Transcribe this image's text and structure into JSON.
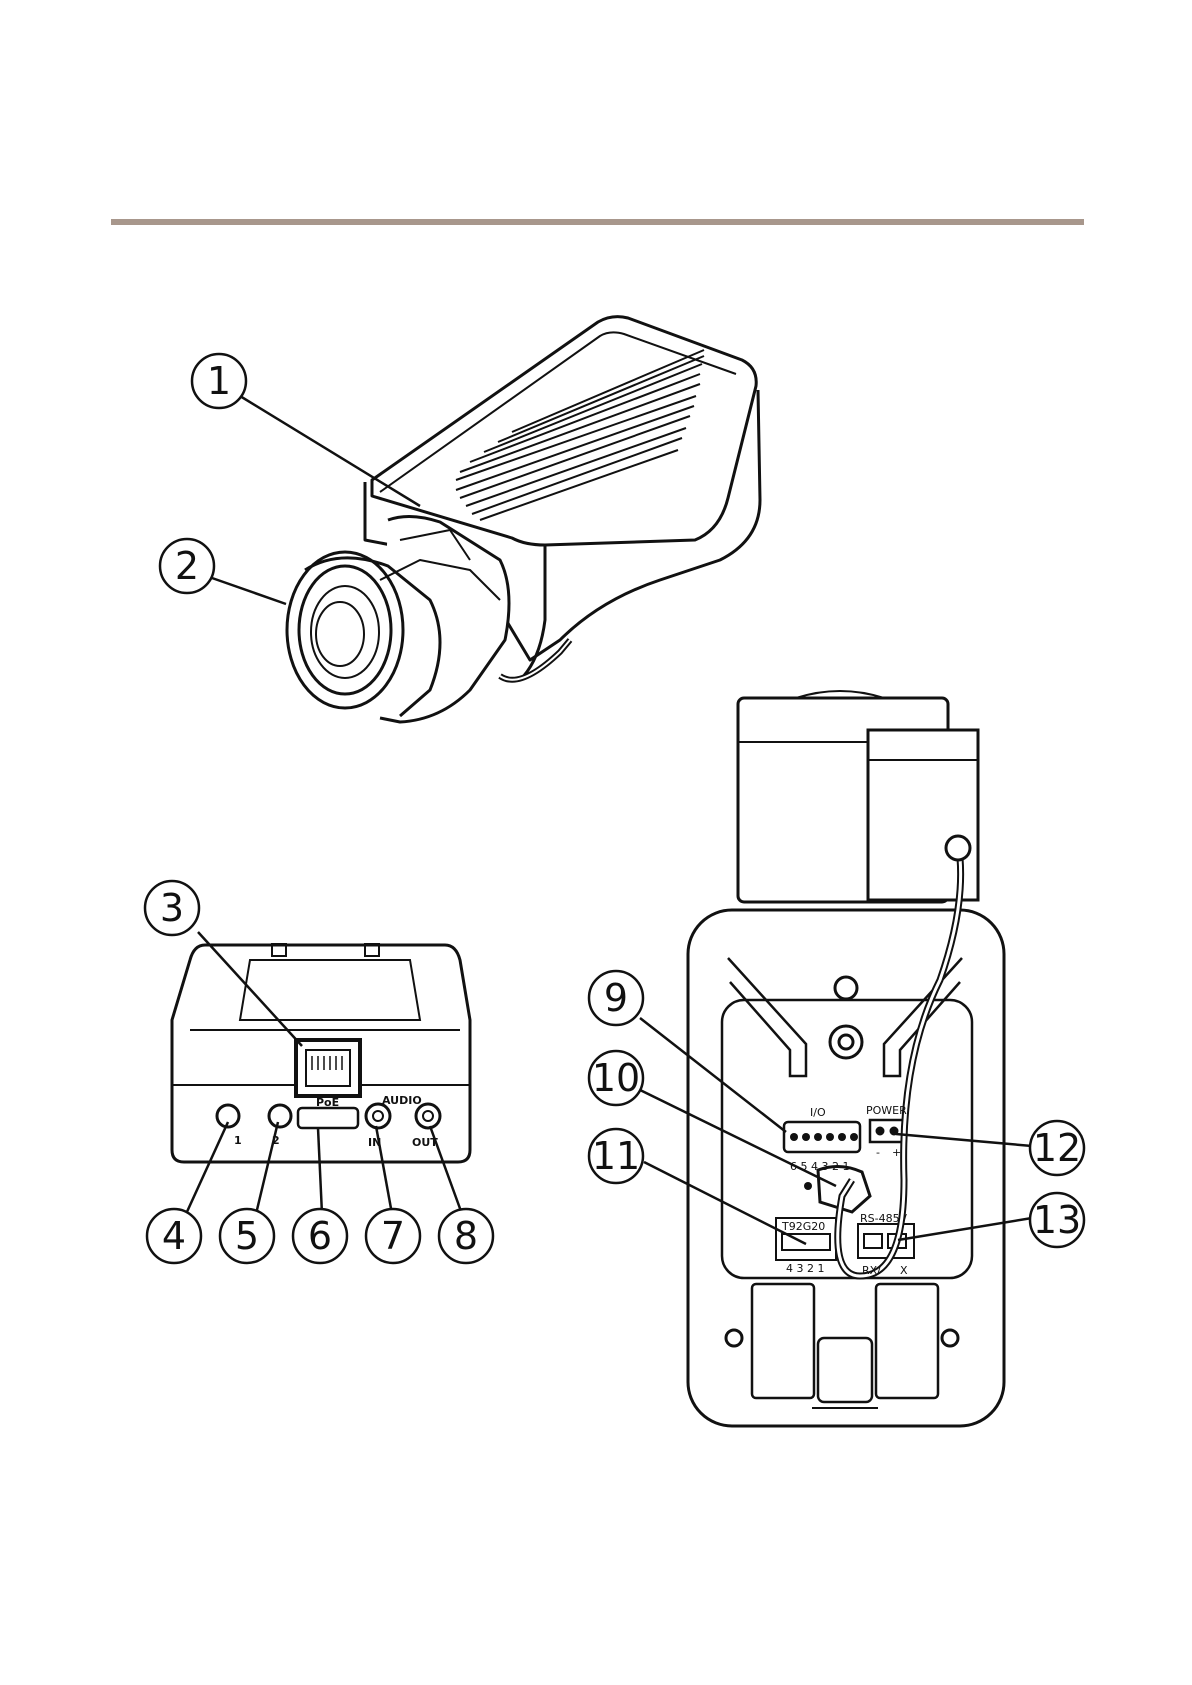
{
  "callouts": [
    "1",
    "2",
    "3",
    "4",
    "5",
    "6",
    "7",
    "8",
    "9",
    "10",
    "11",
    "12",
    "13"
  ],
  "connector_labels": {
    "poe": "PoE",
    "input1": "1",
    "input2": "2",
    "audio": "AUDIO",
    "audio_in": "IN",
    "audio_out": "OUT",
    "io": "I/O",
    "io_pins": "6 5 4 3 2 1",
    "power": "POWER",
    "power_minus": "-",
    "power_plus": "+",
    "rs485": "RS-485 /",
    "rxtx": "RX/",
    "rxtx_tail": "X",
    "model": "T92G20",
    "model_pins": "4 3 2 1"
  },
  "colors": {
    "rule": "#a8978c",
    "line": "#111111",
    "body": "#ffffff"
  }
}
